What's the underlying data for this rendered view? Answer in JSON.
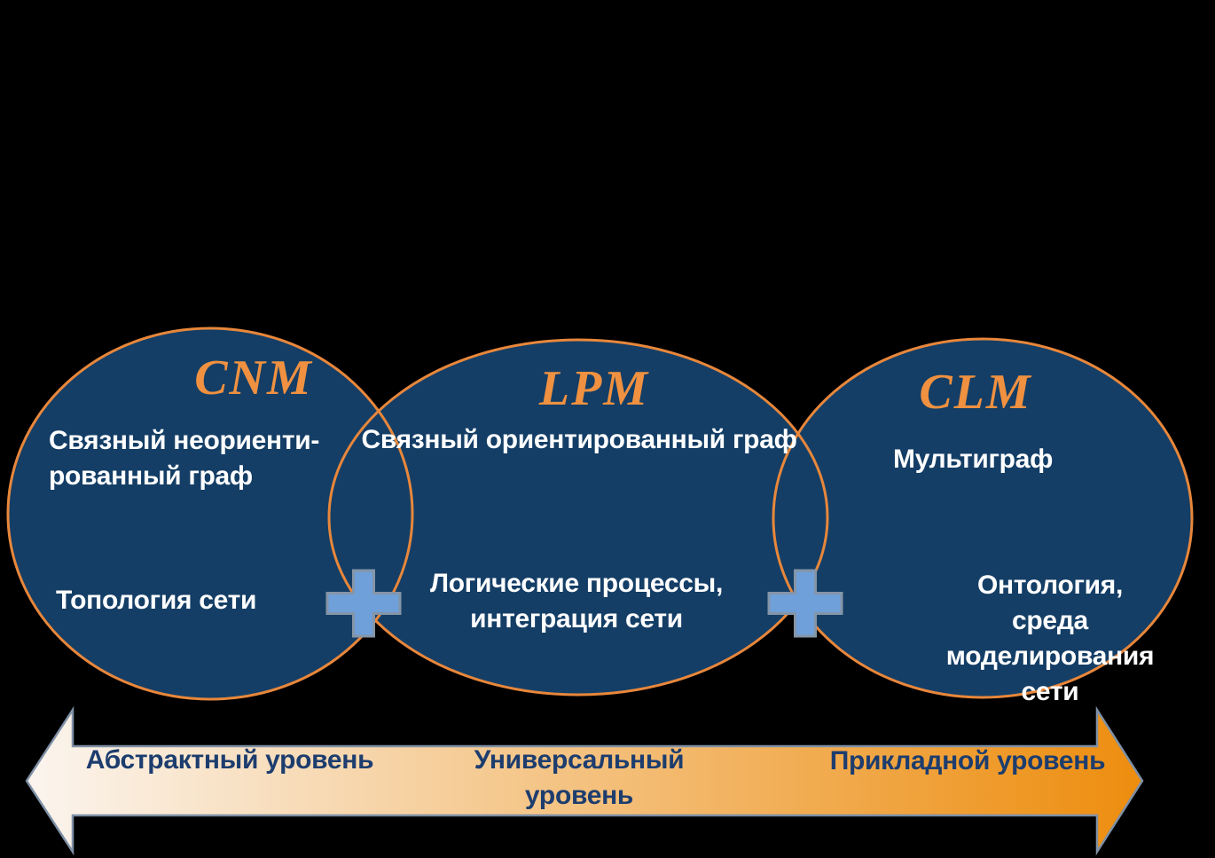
{
  "diagram": {
    "background": "#000000",
    "ellipses": [
      {
        "title": "CNM",
        "top_text": "Связный неориенти-\nрованный граф",
        "bottom_text": "Топология сети"
      },
      {
        "title": "LPM",
        "top_text": "Связный ориентированный граф",
        "bottom_text": "Логические процессы,\nинтеграция сети"
      },
      {
        "title": "CLM",
        "top_text": "Мультиграф",
        "bottom_text": "Онтология, среда\nмоделирования сети"
      }
    ],
    "icons": [
      {
        "name": "plus-icon"
      },
      {
        "name": "plus-icon"
      }
    ],
    "axis_arrow": {
      "labels": [
        {
          "text": "Абстрактный уровень"
        },
        {
          "text": "Универсальный\nуровень"
        },
        {
          "text": "Прикладной уровень"
        }
      ]
    },
    "colors": {
      "ellipse_fill": "#143E66",
      "ellipse_border": "#E8873B",
      "ellipse_title": "#EF9140",
      "body_text": "#FFFFFF",
      "plus_fill": "#6FA0DA",
      "plus_border": "#8595A8",
      "arrow_gradient_start": "#FBF5EF",
      "arrow_gradient_end": "#ED8D0E",
      "arrow_border": "#7F90A6",
      "arrow_text": "#1D3D6E"
    }
  }
}
